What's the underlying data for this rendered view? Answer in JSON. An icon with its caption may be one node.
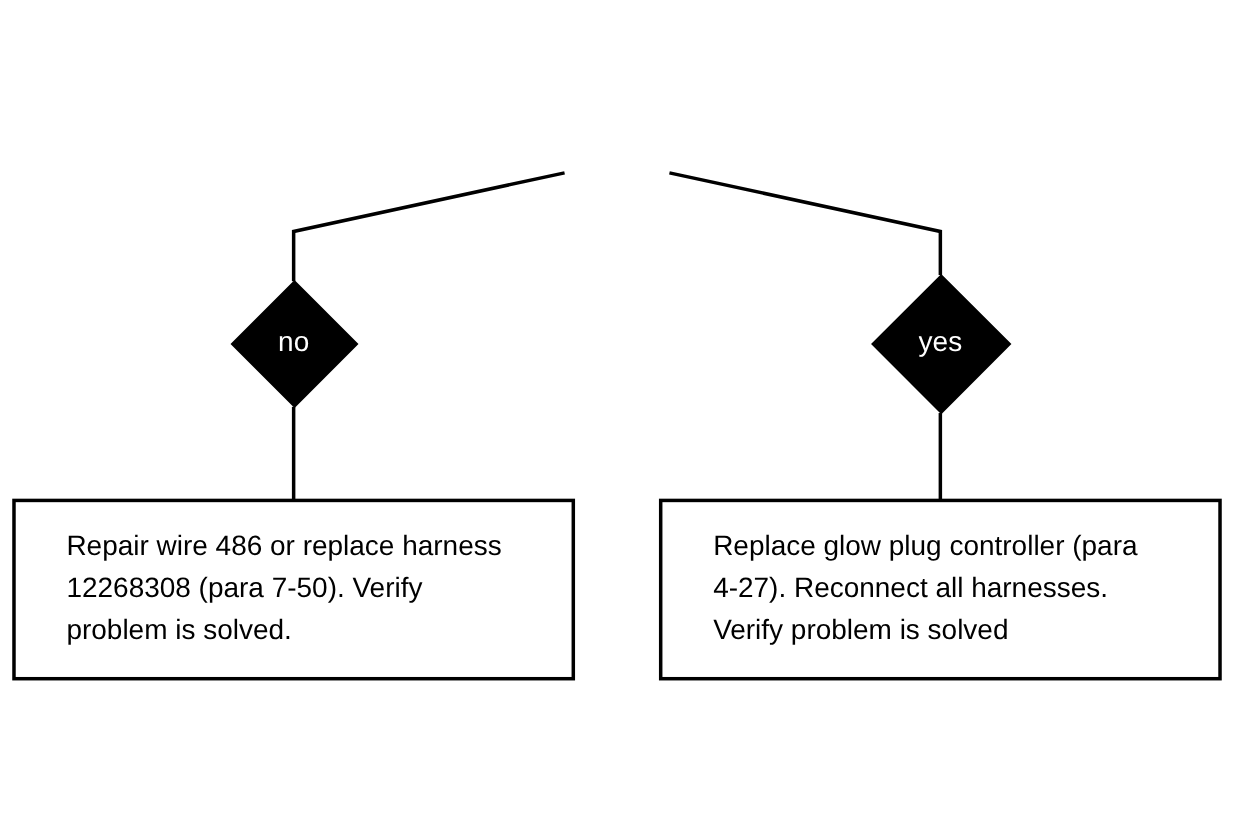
{
  "diagram": {
    "nodes": [
      {
        "text": [
          "no"
        ]
      },
      {
        "text": [
          "yes"
        ]
      },
      {
        "text": [
          "Repair wire 486 or replace harness 12268308 (para 7-50). Verify problem is solved."
        ]
      },
      {
        "text": [
          "Replace glow plug controller (para 4-27). Reconnect all harnesses. Verify problem is solved"
        ]
      }
    ],
    "edges": [
      {
        "from": null,
        "to": 0,
        "arrow": "none"
      },
      {
        "from": null,
        "to": 1,
        "arrow": "none"
      },
      {
        "from": 0,
        "to": 2,
        "arrow": "none"
      },
      {
        "from": 1,
        "to": 3,
        "arrow": "none"
      }
    ]
  }
}
